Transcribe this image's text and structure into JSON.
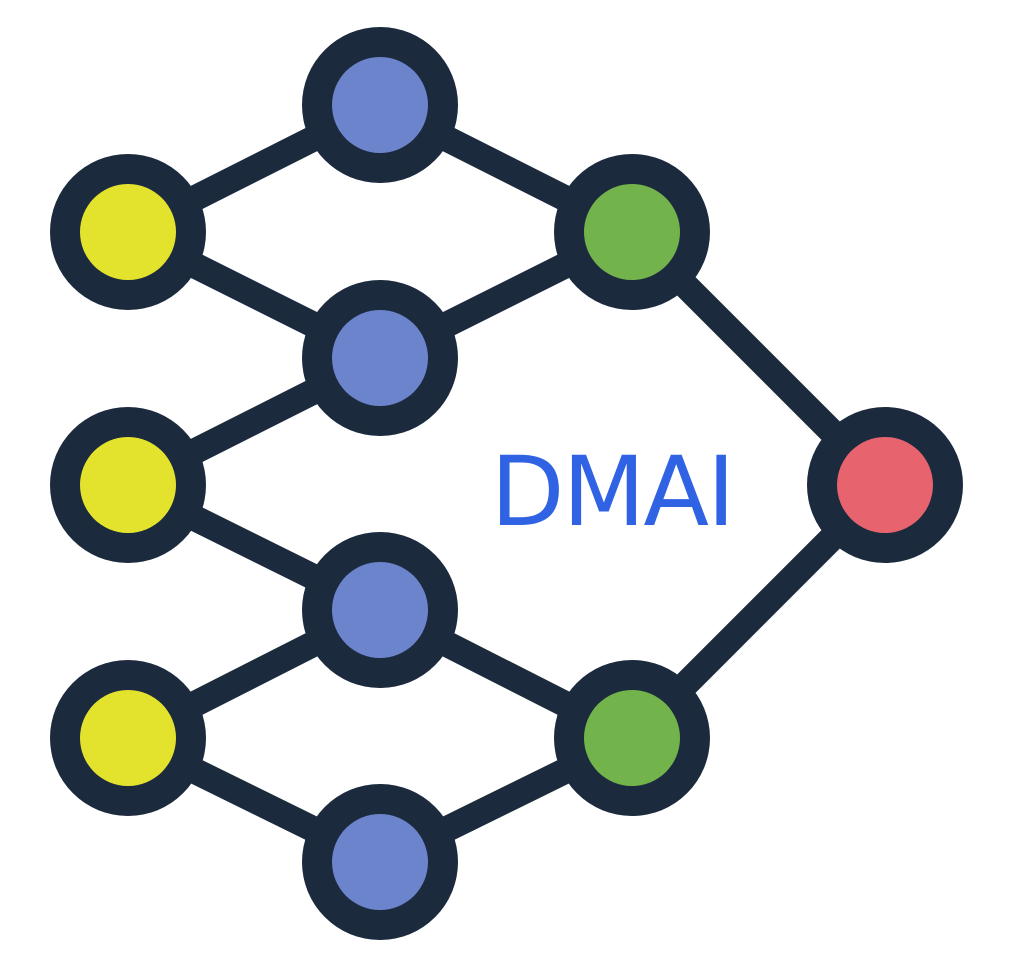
{
  "logo": {
    "text": "DMAI",
    "colors": {
      "text": "#2f63e3",
      "outline": "#1c2a3d",
      "edge": "#1c2a3d",
      "input_node": "#e3e32e",
      "hidden_node": "#6b84cc",
      "output_node": "#73b34c",
      "final_node": "#e7636e",
      "background": "#ffffff"
    }
  },
  "network": {
    "layers": [
      {
        "name": "input",
        "color_key": "input_node",
        "count": 3
      },
      {
        "name": "hidden",
        "color_key": "hidden_node",
        "count": 4
      },
      {
        "name": "output",
        "color_key": "output_node",
        "count": 2
      },
      {
        "name": "final",
        "color_key": "final_node",
        "count": 1
      }
    ]
  }
}
